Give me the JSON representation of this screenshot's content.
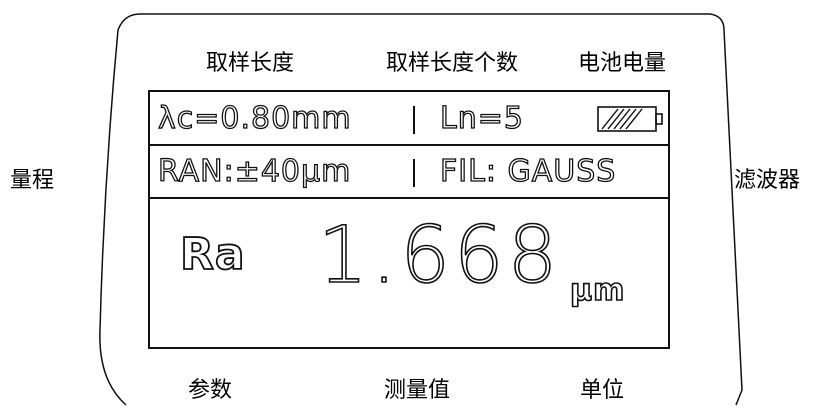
{
  "labels": {
    "sample_length": "取样长度",
    "sample_count": "取样长度个数",
    "battery": "电池电量",
    "range": "量程",
    "filter": "滤波器",
    "parameter": "参数",
    "measured_value": "测量值",
    "unit": "单位"
  },
  "display": {
    "lambda_c": "λc=0.80mm",
    "ln": "Ln=5",
    "range_text": "RAN:±40μm",
    "filter_text": "FIL: GAUSS",
    "param": "Ra",
    "value": "1.668",
    "unit": "μm"
  },
  "battery_icon": "battery-icon"
}
